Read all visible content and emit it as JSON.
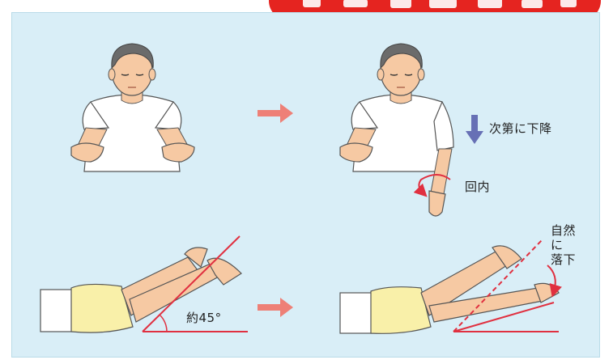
{
  "labels": {
    "descend": "次第に下降",
    "pronation": "回内",
    "fall_line1": "自然に",
    "fall_line2": "落下",
    "angle": "約45°"
  },
  "colors": {
    "panel_bg": "#d9eef7",
    "arrow_transition": "#ee8077",
    "arrow_descend": "#6770b5",
    "guide_line": "#e03040",
    "banner_red": "#e52420",
    "skin": "#f6c9a3",
    "shorts": "#f9f0a9"
  },
  "icons": {
    "transition_arrow": "right-arrow-icon",
    "descend_arrow": "down-arrow-icon",
    "rotation_arrow": "curved-arrow-icon"
  }
}
